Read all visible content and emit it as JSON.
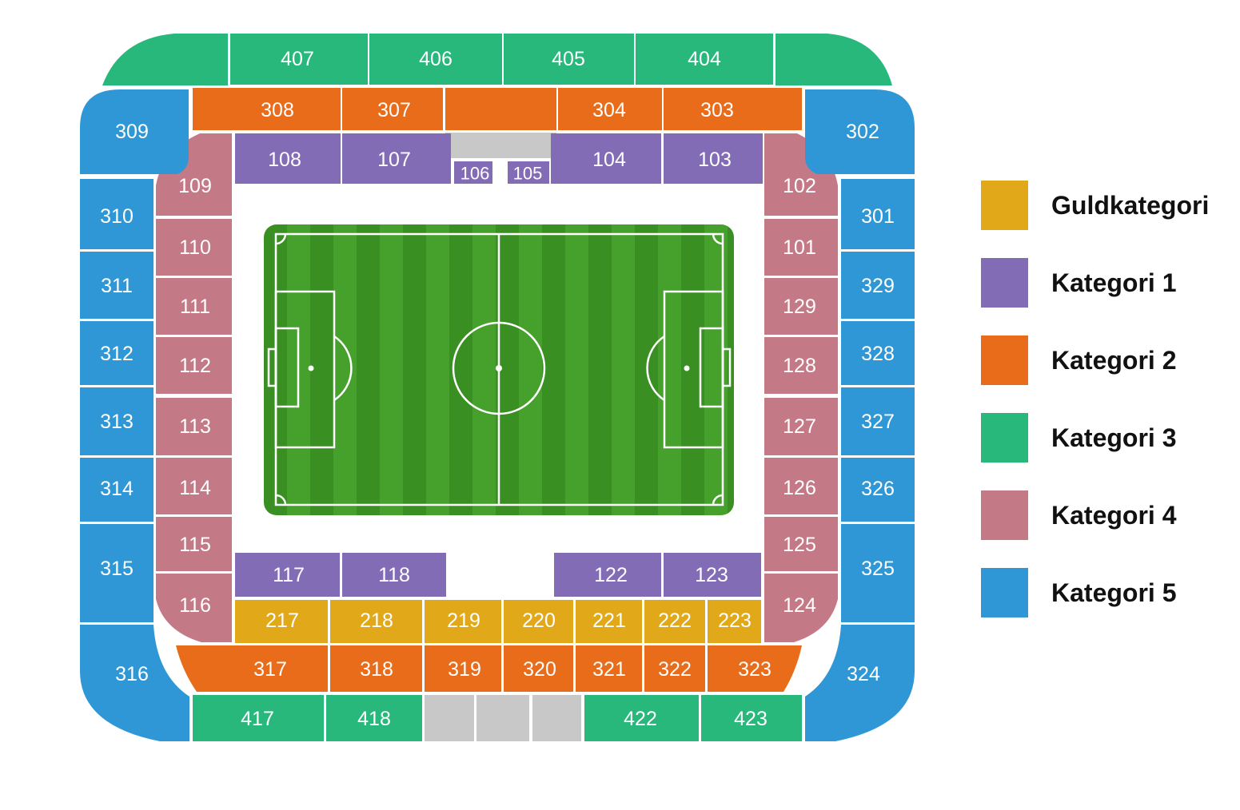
{
  "colors": {
    "gold": "#e1a91a",
    "cat1": "#826cb5",
    "cat2": "#e86c1a",
    "cat3": "#29b87c",
    "cat4": "#c47a86",
    "cat5": "#2f97d6",
    "unavailable": "#c8c8c8",
    "pitch_dark": "#3a8f22",
    "pitch_light": "#46a02c",
    "pitch_line": "#ffffff"
  },
  "legend": [
    {
      "category": "gold",
      "label": "Guldkategori"
    },
    {
      "category": "cat1",
      "label": "Kategori 1"
    },
    {
      "category": "cat2",
      "label": "Kategori 2"
    },
    {
      "category": "cat3",
      "label": "Kategori 3"
    },
    {
      "category": "cat4",
      "label": "Kategori 4"
    },
    {
      "category": "cat5",
      "label": "Kategori 5"
    }
  ],
  "sections": [
    {
      "id": "407",
      "category": "cat3"
    },
    {
      "id": "406",
      "category": "cat3"
    },
    {
      "id": "405",
      "category": "cat3"
    },
    {
      "id": "404",
      "category": "cat3"
    },
    {
      "id": "308",
      "category": "cat2"
    },
    {
      "id": "307",
      "category": "cat2"
    },
    {
      "id": "304",
      "category": "cat2"
    },
    {
      "id": "303",
      "category": "cat2"
    },
    {
      "id": "108",
      "category": "cat1"
    },
    {
      "id": "107",
      "category": "cat1"
    },
    {
      "id": "106",
      "category": "cat1"
    },
    {
      "id": "105",
      "category": "cat1"
    },
    {
      "id": "104",
      "category": "cat1"
    },
    {
      "id": "103",
      "category": "cat1"
    },
    {
      "id": "117",
      "category": "cat1"
    },
    {
      "id": "118",
      "category": "cat1"
    },
    {
      "id": "122",
      "category": "cat1"
    },
    {
      "id": "123",
      "category": "cat1"
    },
    {
      "id": "109",
      "category": "cat4"
    },
    {
      "id": "110",
      "category": "cat4"
    },
    {
      "id": "111",
      "category": "cat4"
    },
    {
      "id": "112",
      "category": "cat4"
    },
    {
      "id": "113",
      "category": "cat4"
    },
    {
      "id": "114",
      "category": "cat4"
    },
    {
      "id": "115",
      "category": "cat4"
    },
    {
      "id": "116",
      "category": "cat4"
    },
    {
      "id": "102",
      "category": "cat4"
    },
    {
      "id": "101",
      "category": "cat4"
    },
    {
      "id": "129",
      "category": "cat4"
    },
    {
      "id": "128",
      "category": "cat4"
    },
    {
      "id": "127",
      "category": "cat4"
    },
    {
      "id": "126",
      "category": "cat4"
    },
    {
      "id": "125",
      "category": "cat4"
    },
    {
      "id": "124",
      "category": "cat4"
    },
    {
      "id": "309",
      "category": "cat5"
    },
    {
      "id": "310",
      "category": "cat5"
    },
    {
      "id": "311",
      "category": "cat5"
    },
    {
      "id": "312",
      "category": "cat5"
    },
    {
      "id": "313",
      "category": "cat5"
    },
    {
      "id": "314",
      "category": "cat5"
    },
    {
      "id": "315",
      "category": "cat5"
    },
    {
      "id": "316",
      "category": "cat5"
    },
    {
      "id": "302",
      "category": "cat5"
    },
    {
      "id": "301",
      "category": "cat5"
    },
    {
      "id": "329",
      "category": "cat5"
    },
    {
      "id": "328",
      "category": "cat5"
    },
    {
      "id": "327",
      "category": "cat5"
    },
    {
      "id": "326",
      "category": "cat5"
    },
    {
      "id": "325",
      "category": "cat5"
    },
    {
      "id": "324",
      "category": "cat5"
    },
    {
      "id": "217",
      "category": "gold"
    },
    {
      "id": "218",
      "category": "gold"
    },
    {
      "id": "219",
      "category": "gold"
    },
    {
      "id": "220",
      "category": "gold"
    },
    {
      "id": "221",
      "category": "gold"
    },
    {
      "id": "222",
      "category": "gold"
    },
    {
      "id": "223",
      "category": "gold"
    },
    {
      "id": "317",
      "category": "cat2"
    },
    {
      "id": "318",
      "category": "cat2"
    },
    {
      "id": "319",
      "category": "cat2"
    },
    {
      "id": "320",
      "category": "cat2"
    },
    {
      "id": "321",
      "category": "cat2"
    },
    {
      "id": "322",
      "category": "cat2"
    },
    {
      "id": "323",
      "category": "cat2"
    },
    {
      "id": "417",
      "category": "cat3"
    },
    {
      "id": "418",
      "category": "cat3"
    },
    {
      "id": "422",
      "category": "cat3"
    },
    {
      "id": "423",
      "category": "cat3"
    }
  ]
}
